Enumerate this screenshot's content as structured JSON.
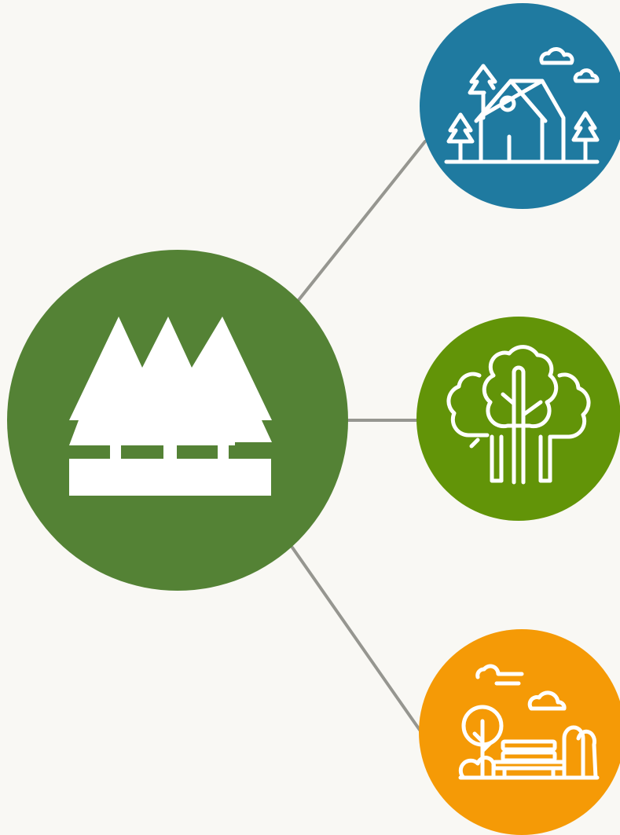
{
  "colors": {
    "background": "#f9f8f4",
    "connector": "#969690",
    "icon_stroke": "#ffffff"
  },
  "hub": {
    "icon": "forest-fence-icon",
    "color": "#548235"
  },
  "branches": [
    {
      "name": "cabin-in-woods",
      "icon": "cabin-in-woods-icon",
      "color": "#1f7aa0"
    },
    {
      "name": "deciduous-trees",
      "icon": "deciduous-trees-icon",
      "color": "#629408"
    },
    {
      "name": "park-bench",
      "icon": "park-bench-icon",
      "color": "#f59a06"
    }
  ]
}
